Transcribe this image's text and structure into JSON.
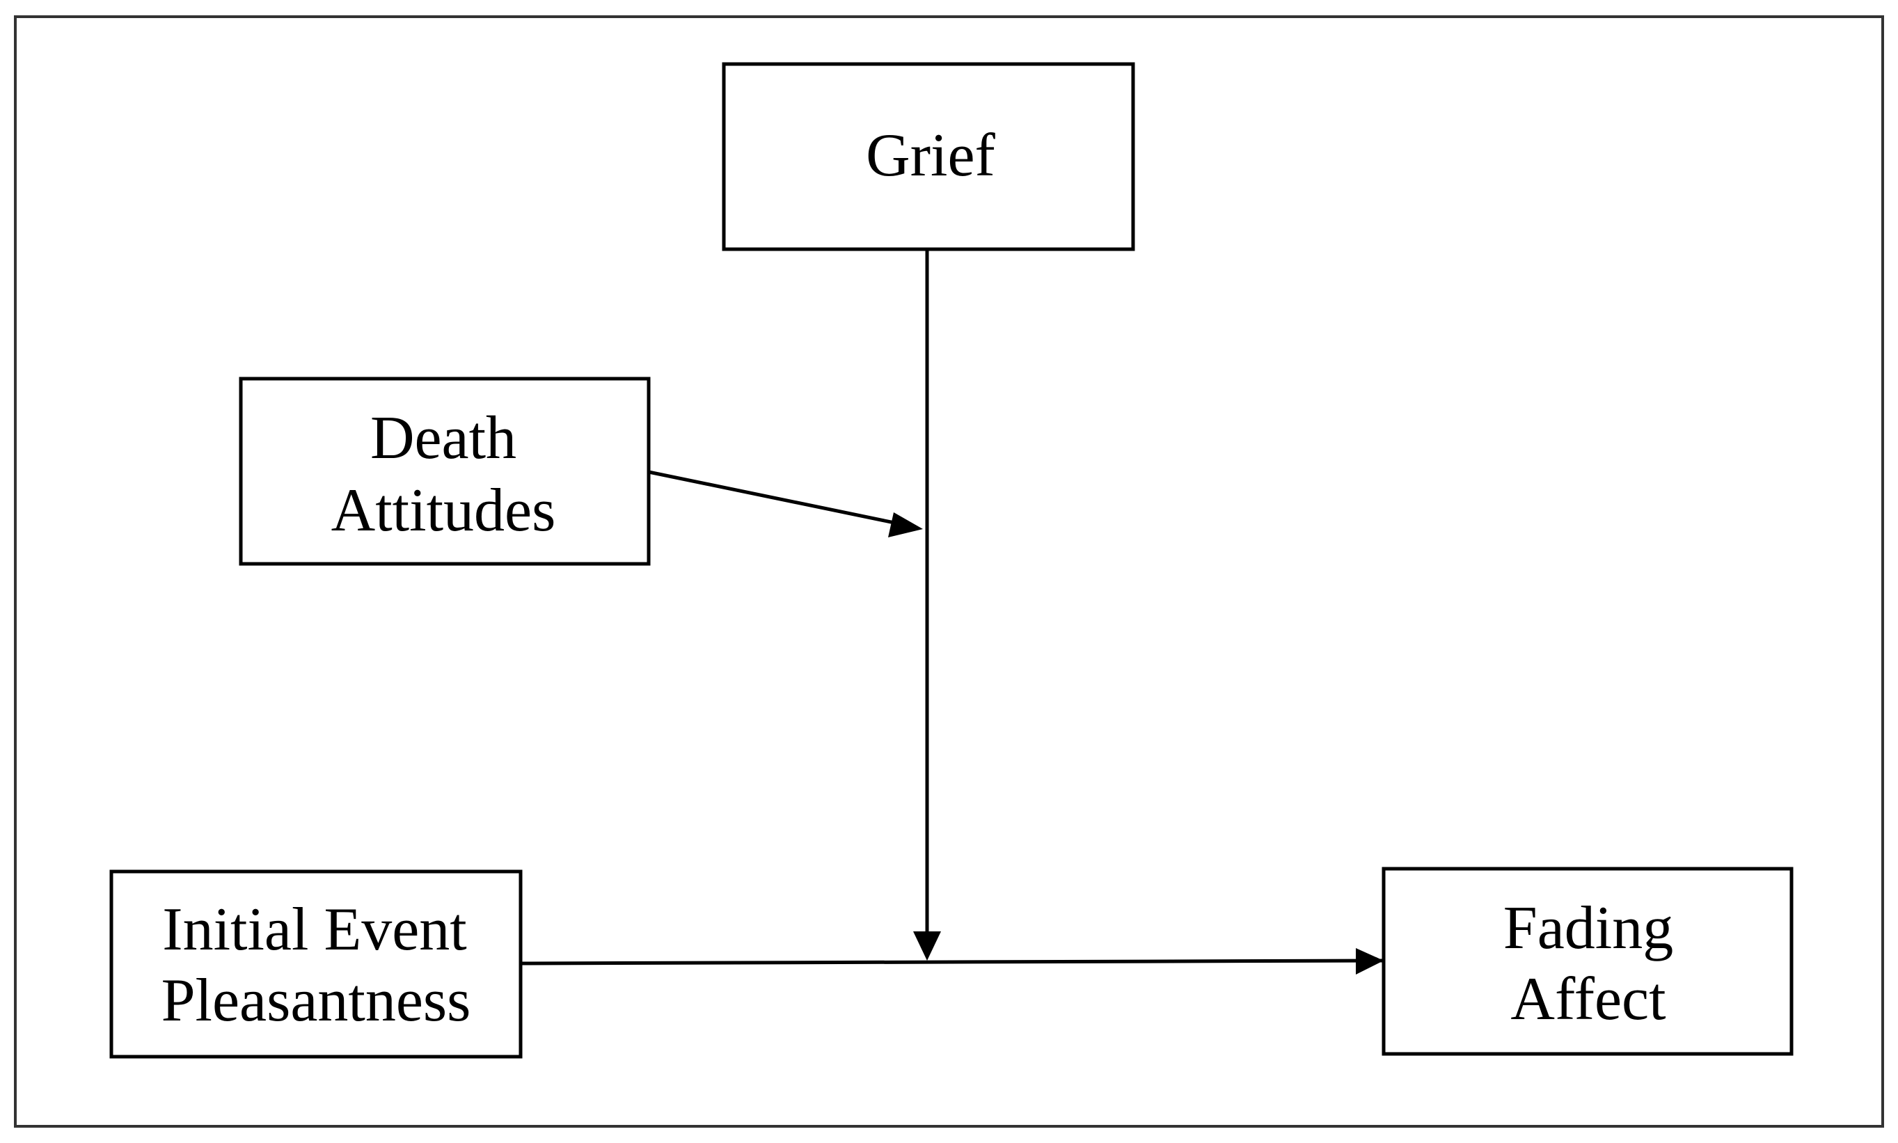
{
  "diagram": {
    "type": "moderated-moderation path model",
    "nodes": {
      "grief": {
        "lines": [
          "Grief"
        ]
      },
      "death_attitudes": {
        "lines": [
          "Death",
          "Attitudes"
        ]
      },
      "initial_event_pleasantness": {
        "lines": [
          "Initial Event",
          "Pleasantness"
        ]
      },
      "fading_affect": {
        "lines": [
          "Fading",
          "Affect"
        ]
      }
    },
    "edges": [
      {
        "from": "initial_event_pleasantness",
        "to": "fading_affect"
      },
      {
        "from": "grief",
        "to": "edge:initial_event_pleasantness->fading_affect"
      },
      {
        "from": "death_attitudes",
        "to": "edge:grief->path"
      }
    ],
    "colors": {
      "line": "#000000",
      "background": "#ffffff"
    }
  }
}
